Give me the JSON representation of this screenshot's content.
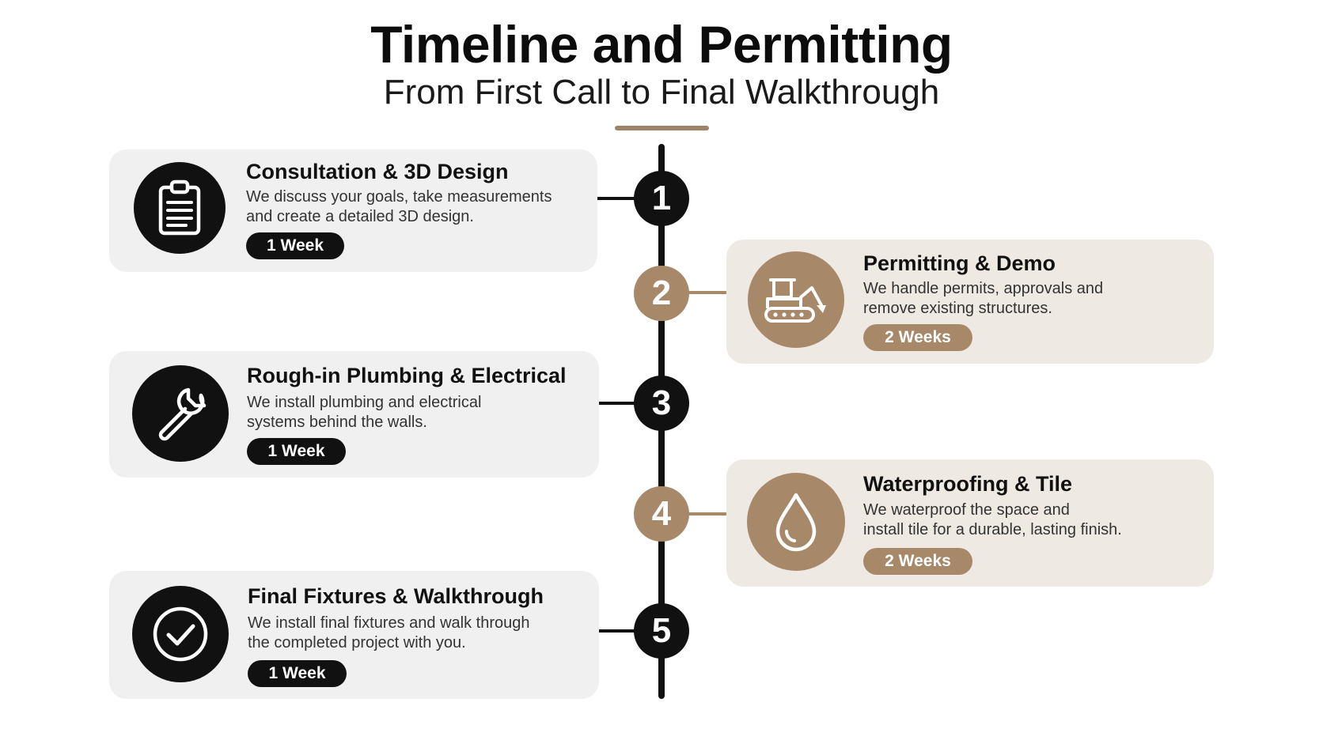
{
  "header": {
    "title": "Timeline and Permitting",
    "subtitle": "From First Call to Final Walkthrough"
  },
  "colors": {
    "dark": "#111111",
    "tan": "#a7896a",
    "card_grey": "#f0f0f1",
    "card_beige": "#efe9e3"
  },
  "steps": [
    {
      "number": "1",
      "title": "Consultation & 3D Design",
      "description": "We discuss your goals, take measurements\nand create a detailed 3D design.",
      "duration": "1 Week",
      "icon": "clipboard-icon"
    },
    {
      "number": "2",
      "title": "Permitting & Demo",
      "description": "We handle permits, approvals and\nremove existing structures.",
      "duration": "2 Weeks",
      "icon": "bulldozer-icon"
    },
    {
      "number": "3",
      "title": "Rough-in Plumbing & Electrical",
      "description": "We install plumbing and electrical\nsystems behind the walls.",
      "duration": "1 Week",
      "icon": "wrench-icon"
    },
    {
      "number": "4",
      "title": "Waterproofing & Tile",
      "description": "We waterproof the space and\ninstall tile for a durable, lasting finish.",
      "duration": "2 Weeks",
      "icon": "water-drop-icon"
    },
    {
      "number": "5",
      "title": "Final Fixtures & Walkthrough",
      "description": "We install final fixtures and walk through\nthe completed project with you.",
      "duration": "1 Week",
      "icon": "check-circle-icon"
    }
  ]
}
